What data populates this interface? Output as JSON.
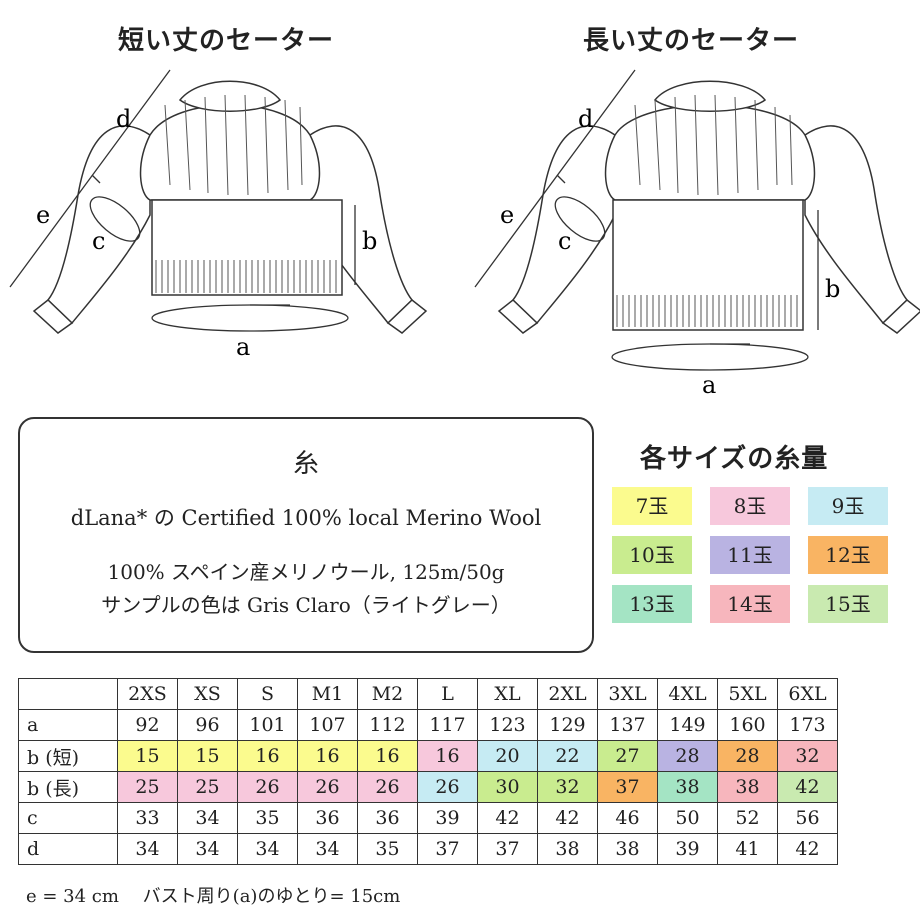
{
  "titles": {
    "short": "短い丈のセーター",
    "long": "長い丈のセーター"
  },
  "diagram_labels": {
    "a": "a",
    "b": "b",
    "c": "c",
    "d": "d",
    "e": "e"
  },
  "yarn": {
    "heading": "糸",
    "line1": "dLana* の Certified 100% local Merino Wool",
    "line2": "100% スペイン産メリノウール, 125m/50g",
    "line3": "サンプルの色は Gris Claro（ライトグレー）"
  },
  "legend": {
    "title": "各サイズの糸量",
    "items": [
      {
        "label": "7玉",
        "color": "#fbfb8e"
      },
      {
        "label": "8玉",
        "color": "#f7c8dc"
      },
      {
        "label": "9玉",
        "color": "#c6ebf3"
      },
      {
        "label": "10玉",
        "color": "#c9ec8f"
      },
      {
        "label": "11玉",
        "color": "#b9b3e2"
      },
      {
        "label": "12玉",
        "color": "#f9b463"
      },
      {
        "label": "13玉",
        "color": "#a4e4c4"
      },
      {
        "label": "14玉",
        "color": "#f7b6bd"
      },
      {
        "label": "15玉",
        "color": "#c9eab0"
      }
    ]
  },
  "table": {
    "sizes": [
      "2XS",
      "XS",
      "S",
      "M1",
      "M2",
      "L",
      "XL",
      "2XL",
      "3XL",
      "4XL",
      "5XL",
      "6XL"
    ],
    "rows": [
      {
        "label": "a",
        "values": [
          "92",
          "96",
          "101",
          "107",
          "112",
          "117",
          "123",
          "129",
          "137",
          "149",
          "160",
          "173"
        ]
      },
      {
        "label": "b (短)",
        "values": [
          "15",
          "15",
          "16",
          "16",
          "16",
          "16",
          "20",
          "22",
          "27",
          "28",
          "28",
          "32"
        ],
        "colors": [
          "#fbfb8e",
          "#fbfb8e",
          "#fbfb8e",
          "#fbfb8e",
          "#fbfb8e",
          "#f7c8dc",
          "#c6ebf3",
          "#c6ebf3",
          "#c9ec8f",
          "#b9b3e2",
          "#f9b463",
          "#f7b6bd"
        ]
      },
      {
        "label": "b (長)",
        "values": [
          "25",
          "25",
          "26",
          "26",
          "26",
          "26",
          "30",
          "32",
          "37",
          "38",
          "38",
          "42"
        ],
        "colors": [
          "#f7c8dc",
          "#f7c8dc",
          "#f7c8dc",
          "#f7c8dc",
          "#f7c8dc",
          "#c6ebf3",
          "#c9ec8f",
          "#c9ec8f",
          "#f9b463",
          "#a4e4c4",
          "#f7b6bd",
          "#c9eab0"
        ]
      },
      {
        "label": "c",
        "values": [
          "33",
          "34",
          "35",
          "36",
          "36",
          "39",
          "42",
          "42",
          "46",
          "50",
          "52",
          "56"
        ]
      },
      {
        "label": "d",
        "values": [
          "34",
          "34",
          "34",
          "34",
          "35",
          "37",
          "37",
          "38",
          "38",
          "39",
          "41",
          "42"
        ]
      }
    ]
  },
  "footnote": "e = 34 cm　 バスト周り(a)のゆとり= 15cm"
}
